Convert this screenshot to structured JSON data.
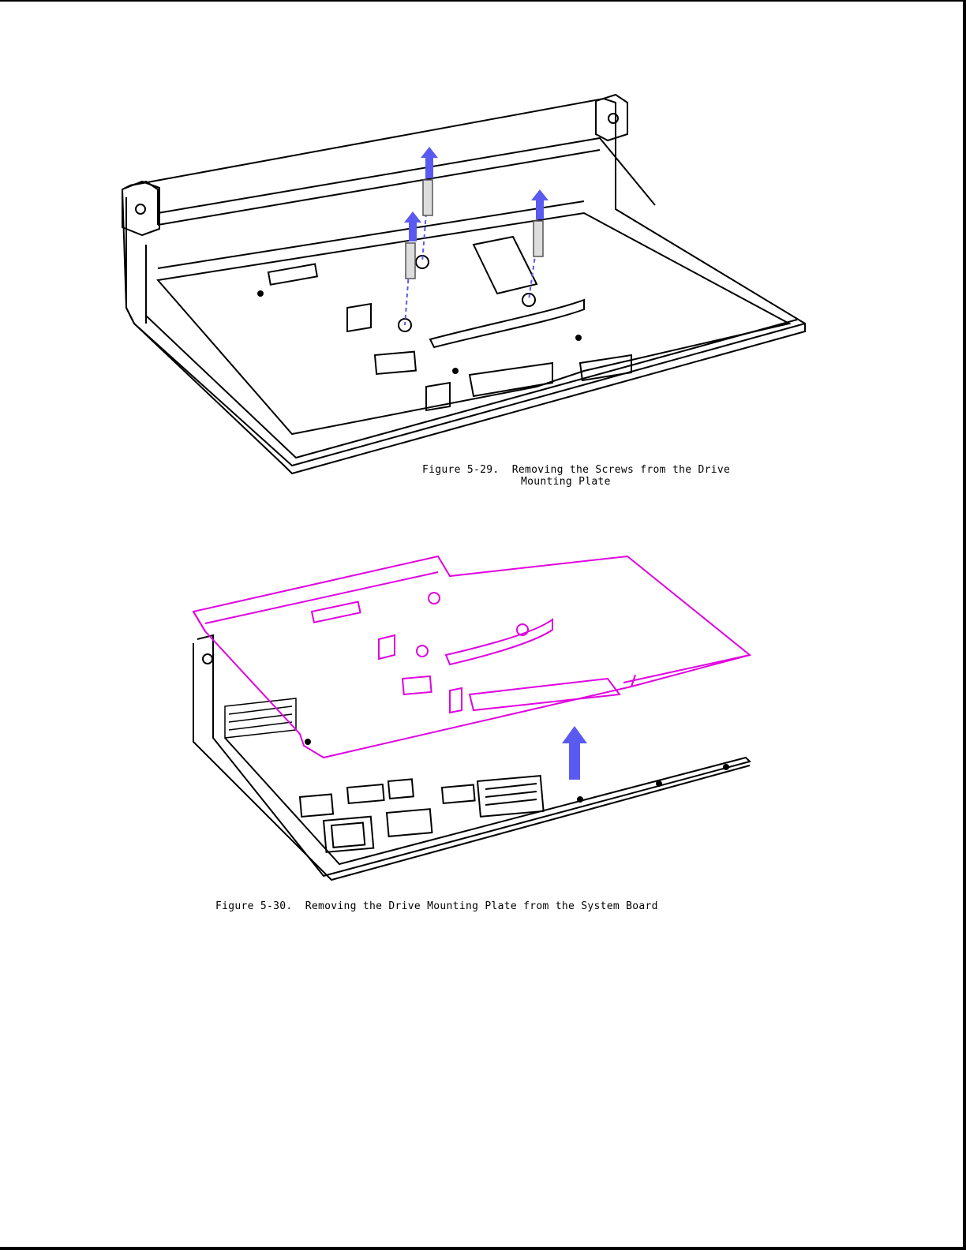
{
  "figure_5_29": {
    "caption_line1": "Figure 5-29.  Removing the Screws from the Drive",
    "caption_line2": "Mounting Plate"
  },
  "figure_5_30": {
    "caption": "Figure 5-30.  Removing the Drive Mounting Plate from the System Board"
  },
  "colors": {
    "line": "#000000",
    "arrow": "#5a5af0",
    "highlight": "#e000e0"
  },
  "icons": [
    "up-arrow-icon",
    "screw-icon"
  ]
}
